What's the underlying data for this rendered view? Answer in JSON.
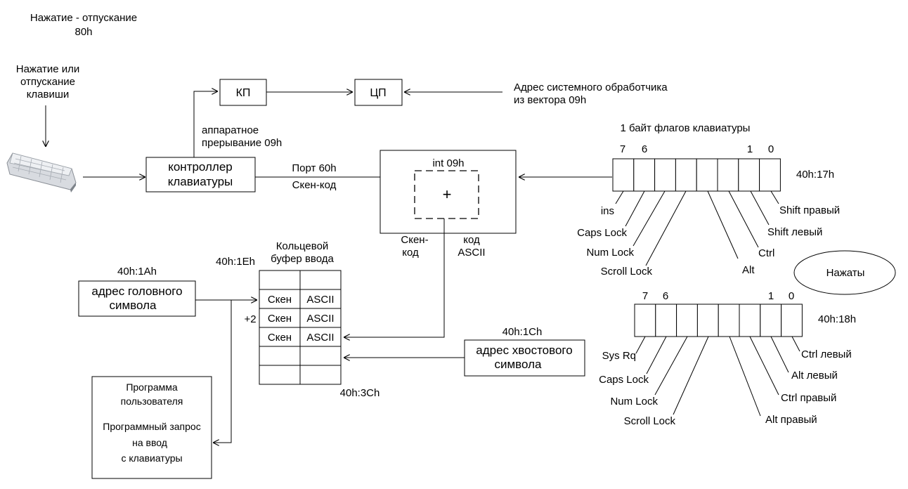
{
  "top_note": {
    "line1": "Нажатие - отпускание",
    "line2": "80h"
  },
  "keypress": {
    "line1": "Нажатие или",
    "line2": "отпускание",
    "line3": "клавиши"
  },
  "kp_label": "КП",
  "cpu_label": "ЦП",
  "handler_address": {
    "line1": "Адрес системного обработчика",
    "line2": "из вектора 09h"
  },
  "hw_interrupt": {
    "line1": "аппаратное",
    "line2": "прерывание 09h"
  },
  "controller": {
    "line1": "контроллер",
    "line2": "клавиатуры"
  },
  "port_label": "Порт 60h",
  "scan_code_label": "Скен-код",
  "int_label": "int 09h",
  "plus_label": "+",
  "out_scan": {
    "line1": "Скен-",
    "line2": "код"
  },
  "out_ascii": {
    "line1": "код",
    "line2": "ASCII"
  },
  "ring_buffer": {
    "title_line1": "Кольцевой",
    "title_line2": "буфер ввода",
    "start_addr": "40h:1Eh",
    "end_addr": "40h:3Ch",
    "step": "+2",
    "rows": [
      {
        "scan": "",
        "ascii": ""
      },
      {
        "scan": "Скен",
        "ascii": "ASCII"
      },
      {
        "scan": "Скен",
        "ascii": "ASCII"
      },
      {
        "scan": "Скен",
        "ascii": "ASCII"
      },
      {
        "scan": "",
        "ascii": ""
      },
      {
        "scan": "",
        "ascii": ""
      }
    ]
  },
  "head_pointer": {
    "addr": "40h:1Ah",
    "line1": "адрес головного",
    "line2": "символа"
  },
  "tail_pointer": {
    "addr": "40h:1Ch",
    "line1": "адрес хвостового",
    "line2": "символа"
  },
  "user_program": {
    "line1": "Программа",
    "line2": "пользователя",
    "line3": "Программный запрос",
    "line4": "на  ввод",
    "line5": "с клавиатуры"
  },
  "flags_title": "1 байт флагов клавиатуры",
  "flags1": {
    "addr": "40h:17h",
    "bit_high_7": "7",
    "bit_high_6": "6",
    "bit_low_1": "1",
    "bit_low_0": "0",
    "labels": [
      "ins",
      "Caps Lock",
      "Num Lock",
      "Scroll Lock",
      "Alt",
      "Ctrl",
      "Shift  левый",
      "Shift   правый"
    ]
  },
  "pressed_label": "Нажаты",
  "flags2": {
    "addr": "40h:18h",
    "bit_high_7": "7",
    "bit_high_6": "6",
    "bit_low_1": "1",
    "bit_low_0": "0",
    "labels": [
      "Sys Rq",
      "Caps Lock",
      "Num Lock",
      "Scroll Lock",
      "Alt правый",
      "Ctrl правый",
      "Alt левый",
      "Ctrl левый"
    ]
  }
}
